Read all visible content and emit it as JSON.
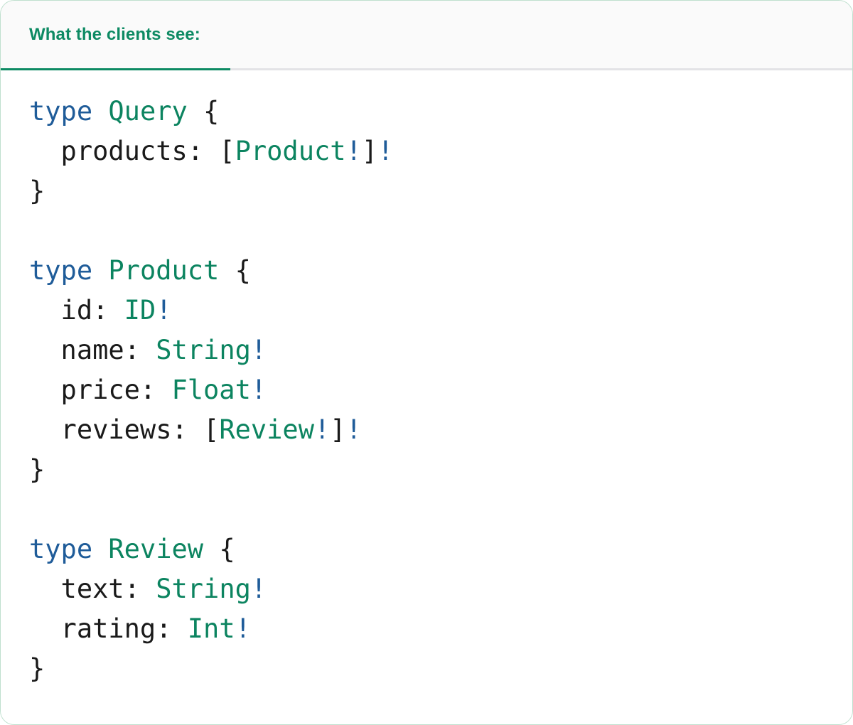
{
  "card": {
    "border_color": "#bfe0ce",
    "background": "#ffffff"
  },
  "header": {
    "background": "#fafafa",
    "divider_color": "#e3e3e6",
    "tabs": [
      {
        "label": "What the clients see:",
        "active": true,
        "color": "#0d8a63",
        "underline_color": "#0d8a63"
      }
    ]
  },
  "syntax_colors": {
    "keyword": "#1f5c99",
    "type_name": "#0c8460",
    "non_null_bang": "#1f5c99",
    "plain": "#1a1a1a"
  },
  "code": {
    "language": "graphql",
    "lines": [
      {
        "tokens": [
          {
            "t": "type",
            "c": "kw"
          },
          {
            "t": " ",
            "c": "plain"
          },
          {
            "t": "Query",
            "c": "type"
          },
          {
            "t": " {",
            "c": "plain"
          }
        ]
      },
      {
        "tokens": [
          {
            "t": "  products: [",
            "c": "plain"
          },
          {
            "t": "Product",
            "c": "type"
          },
          {
            "t": "!",
            "c": "bang"
          },
          {
            "t": "]",
            "c": "plain"
          },
          {
            "t": "!",
            "c": "bang"
          }
        ]
      },
      {
        "tokens": [
          {
            "t": "}",
            "c": "plain"
          }
        ]
      },
      {
        "tokens": []
      },
      {
        "tokens": [
          {
            "t": "type",
            "c": "kw"
          },
          {
            "t": " ",
            "c": "plain"
          },
          {
            "t": "Product",
            "c": "type"
          },
          {
            "t": " {",
            "c": "plain"
          }
        ]
      },
      {
        "tokens": [
          {
            "t": "  id: ",
            "c": "plain"
          },
          {
            "t": "ID",
            "c": "type"
          },
          {
            "t": "!",
            "c": "bang"
          }
        ]
      },
      {
        "tokens": [
          {
            "t": "  name: ",
            "c": "plain"
          },
          {
            "t": "String",
            "c": "type"
          },
          {
            "t": "!",
            "c": "bang"
          }
        ]
      },
      {
        "tokens": [
          {
            "t": "  price: ",
            "c": "plain"
          },
          {
            "t": "Float",
            "c": "type"
          },
          {
            "t": "!",
            "c": "bang"
          }
        ]
      },
      {
        "tokens": [
          {
            "t": "  reviews: [",
            "c": "plain"
          },
          {
            "t": "Review",
            "c": "type"
          },
          {
            "t": "!",
            "c": "bang"
          },
          {
            "t": "]",
            "c": "plain"
          },
          {
            "t": "!",
            "c": "bang"
          }
        ]
      },
      {
        "tokens": [
          {
            "t": "}",
            "c": "plain"
          }
        ]
      },
      {
        "tokens": []
      },
      {
        "tokens": [
          {
            "t": "type",
            "c": "kw"
          },
          {
            "t": " ",
            "c": "plain"
          },
          {
            "t": "Review",
            "c": "type"
          },
          {
            "t": " {",
            "c": "plain"
          }
        ]
      },
      {
        "tokens": [
          {
            "t": "  text: ",
            "c": "plain"
          },
          {
            "t": "String",
            "c": "type"
          },
          {
            "t": "!",
            "c": "bang"
          }
        ]
      },
      {
        "tokens": [
          {
            "t": "  rating: ",
            "c": "plain"
          },
          {
            "t": "Int",
            "c": "type"
          },
          {
            "t": "!",
            "c": "bang"
          }
        ]
      },
      {
        "tokens": [
          {
            "t": "}",
            "c": "plain"
          }
        ]
      }
    ]
  }
}
